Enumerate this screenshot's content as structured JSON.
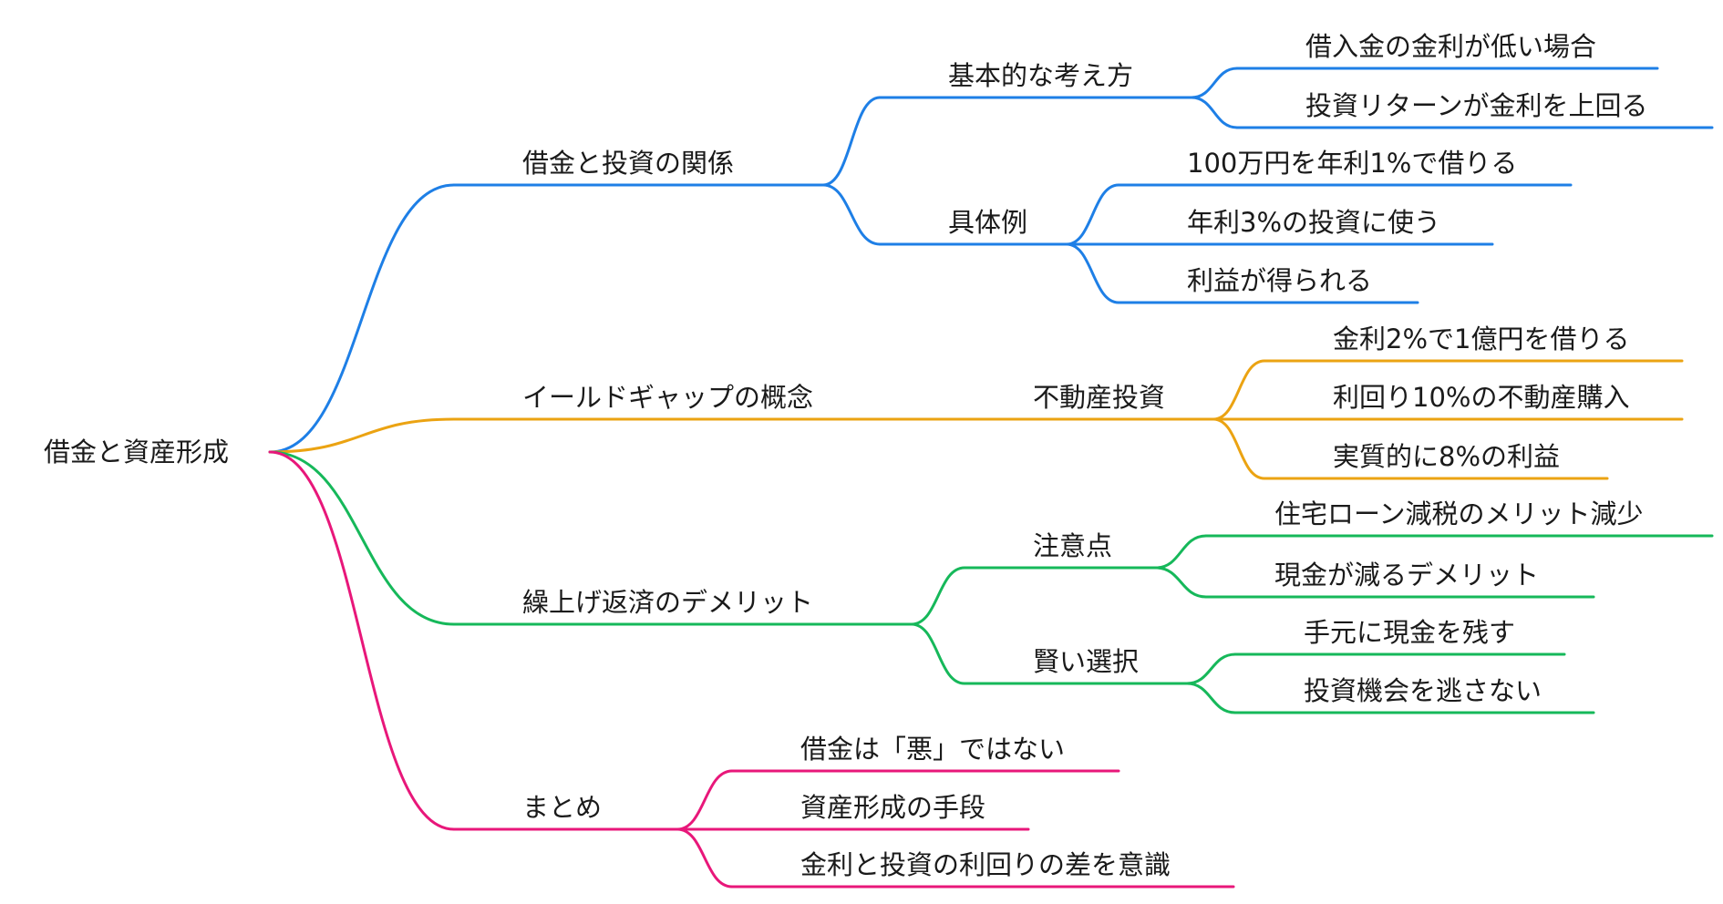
{
  "root": {
    "label": "借金と資産形成"
  },
  "branches": [
    {
      "label": "借金と投資の関係",
      "color": "#1e7fe6",
      "children": [
        {
          "label": "基本的な考え方",
          "children": [
            "借入金の金利が低い場合",
            "投資リターンが金利を上回る"
          ]
        },
        {
          "label": "具体例",
          "children": [
            "100万円を年利1%で借りる",
            "年利3%の投資に使う",
            "利益が得られる"
          ]
        }
      ]
    },
    {
      "label": "イールドギャップの概念",
      "color": "#eba312",
      "children": [
        {
          "label": "不動産投資",
          "children": [
            "金利2%で1億円を借りる",
            "利回り10%の不動産購入",
            "実質的に8%の利益"
          ]
        }
      ]
    },
    {
      "label": "繰上げ返済のデメリット",
      "color": "#16b85a",
      "children": [
        {
          "label": "注意点",
          "children": [
            "住宅ローン減税のメリット減少",
            "現金が減るデメリット"
          ]
        },
        {
          "label": "賢い選択",
          "children": [
            "手元に現金を残す",
            "投資機会を逃さない"
          ]
        }
      ]
    },
    {
      "label": "まとめ",
      "color": "#e8177a",
      "children": [
        {
          "label": "借金は「悪」ではない"
        },
        {
          "label": "資産形成の手段"
        },
        {
          "label": "金利と投資の利回りの差を意識"
        }
      ]
    }
  ]
}
